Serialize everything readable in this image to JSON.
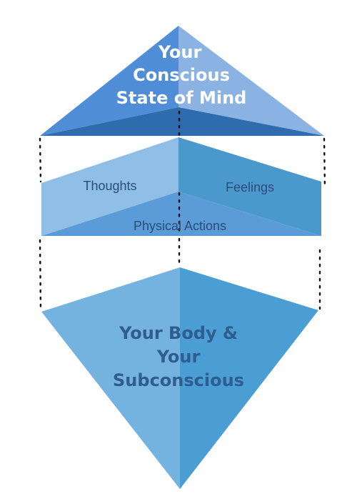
{
  "top_section": {
    "lines": [
      "Your",
      "Conscious",
      "State of Mind"
    ]
  },
  "middle_section": {
    "left_label": "Thoughts",
    "right_label": "Feelings",
    "bottom_label": "Physical Actions"
  },
  "bottom_section": {
    "lines": [
      "Your Body &",
      "Your",
      "Subconscious"
    ]
  },
  "colors": {
    "top_left": "#4f8ed6",
    "top_right": "#8ab2e3",
    "top_base": "#2f6cad",
    "mid_left": "#8fbfe6",
    "mid_right": "#4a98cc",
    "mid_bottom": "#5a9bd8",
    "bottom_left": "#74b3df",
    "bottom_right": "#4a9ed3",
    "title_white": "#ffffff",
    "title_blue": "#2e5d8e",
    "mid_text": "#2c4e78"
  }
}
